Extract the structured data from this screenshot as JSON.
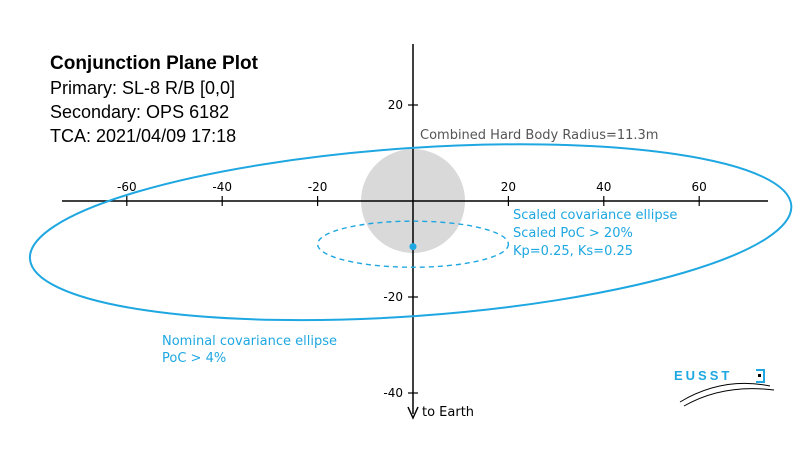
{
  "header": {
    "title": "Conjunction Plane Plot",
    "primary": "Primary: SL-8 R/B [0,0]",
    "secondary": "Secondary: OPS 6182",
    "tca": "TCA: 2021/04/09 17:18"
  },
  "chart_data": {
    "type": "scatter",
    "title": "Conjunction Plane Plot",
    "xlim": [
      -74,
      76
    ],
    "ylim": [
      -44,
      32
    ],
    "x_ticks": [
      -60,
      -40,
      -20,
      20,
      40,
      60
    ],
    "y_ticks": [
      20,
      -20,
      -40
    ],
    "grid": false,
    "hard_body": {
      "label": "Combined Hard Body Radius=11.3m",
      "center": [
        0,
        0
      ],
      "radius_units": 11.3,
      "color": "#d9d9d9"
    },
    "secondary_point": {
      "x": 0,
      "y": -9.3,
      "color": "#1ea7e1"
    },
    "nominal_ellipse": {
      "center": [
        -0.5,
        -6.5
      ],
      "semi_major": 80,
      "semi_minor": 17.5,
      "angle_deg": 4,
      "label_lines": [
        "Nominal covariance ellipse",
        "PoC > 4%"
      ],
      "color": "#1ea7e1"
    },
    "scaled_ellipse": {
      "center": [
        0,
        -9
      ],
      "semi_major": 20,
      "semi_minor": 4.8,
      "angle_deg": 0,
      "label_lines": [
        "Scaled covariance ellipse",
        "Scaled PoC > 20%",
        "Kp=0.25, Ks=0.25"
      ],
      "color": "#1ea7e1"
    },
    "earth_label": "to Earth"
  },
  "logo": {
    "text": "EUSST"
  },
  "colors": {
    "accent": "#1ea7e1",
    "hard_body": "#d9d9d9",
    "annotation_gray": "#555555"
  }
}
